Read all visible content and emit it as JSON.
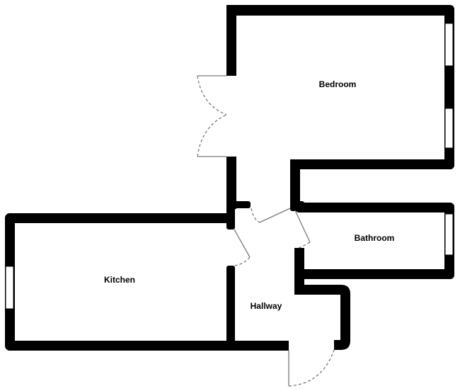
{
  "rooms": {
    "bedroom": "Bedroom",
    "bathroom": "Bathroom",
    "kitchen": "Kitchen",
    "hallway": "Hallway"
  },
  "colors": {
    "wall": "#000000",
    "door": "#7a7a7a",
    "background": "#ffffff"
  }
}
